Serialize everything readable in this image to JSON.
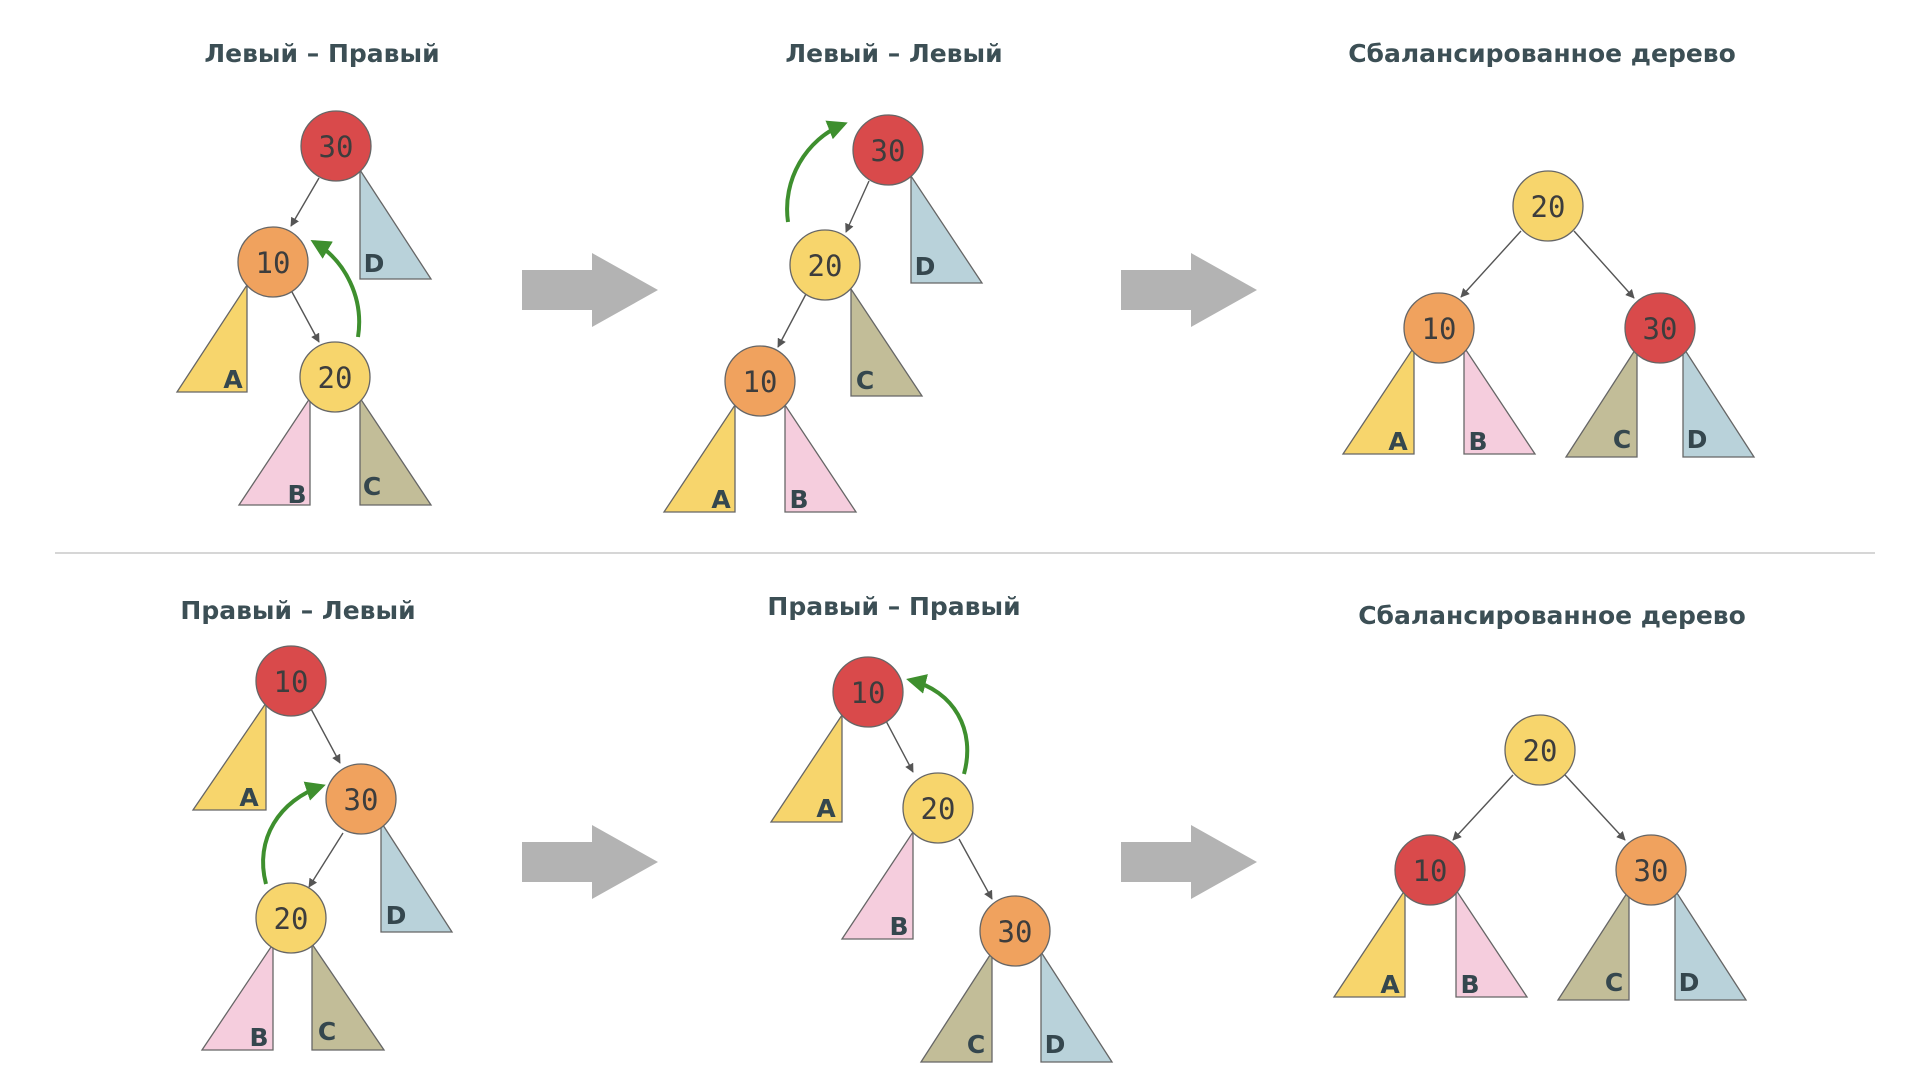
{
  "colors": {
    "red": "#d94a4b",
    "orange": "#f0a25e",
    "yellow": "#f7d56c",
    "blue": "#b9d2da",
    "pink": "#f5cddd",
    "olive": "#c2bd98",
    "arrow_green": "#3e8f2e",
    "big_arrow": "#b3b3b3",
    "divider": "#c8c8c8"
  },
  "panels": [
    {
      "title": "Левый – Правый",
      "nodes": [
        "30",
        "10",
        "20"
      ],
      "subtrees": [
        "D",
        "A",
        "B",
        "C"
      ]
    },
    {
      "title": "Левый – Левый",
      "nodes": [
        "30",
        "20",
        "10"
      ],
      "subtrees": [
        "D",
        "C",
        "A",
        "B"
      ]
    },
    {
      "title": "Сбалансированное дерево",
      "nodes": [
        "20",
        "10",
        "30"
      ],
      "subtrees": [
        "A",
        "B",
        "C",
        "D"
      ]
    },
    {
      "title": "Правый – Левый",
      "nodes": [
        "10",
        "30",
        "20"
      ],
      "subtrees": [
        "A",
        "D",
        "B",
        "C"
      ]
    },
    {
      "title": "Правый – Правый",
      "nodes": [
        "10",
        "20",
        "30"
      ],
      "subtrees": [
        "A",
        "B",
        "C",
        "D"
      ]
    },
    {
      "title": "Сбалансированное дерево",
      "nodes": [
        "20",
        "10",
        "30"
      ],
      "subtrees": [
        "A",
        "B",
        "C",
        "D"
      ]
    }
  ]
}
